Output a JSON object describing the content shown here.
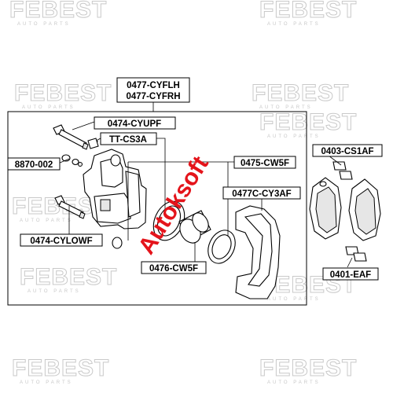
{
  "labels": {
    "header1": "0477-CYFLH",
    "header2": "0477-CYFRH",
    "cyupf": "0474-CYUPF",
    "ttcs3a": "TT-CS3A",
    "n8870": "8870-002",
    "cw5f_seal": "0475-CW5F",
    "cy3af": "0477C-CY3AF",
    "cylowf": "0474-CYLOWF",
    "cw5f_piston": "0476-CW5F",
    "cs1af": "0403-CS1AF",
    "eaf": "0401-EAF"
  },
  "watermark": {
    "brand": "FEBEST",
    "sub": "AUTO PARTS",
    "overlay": "Autoksoft"
  },
  "colors": {
    "line": "#000000",
    "watermark": "#c9c9c9",
    "overlay_red": "#e4141b",
    "overlay_dark": "#222222"
  }
}
